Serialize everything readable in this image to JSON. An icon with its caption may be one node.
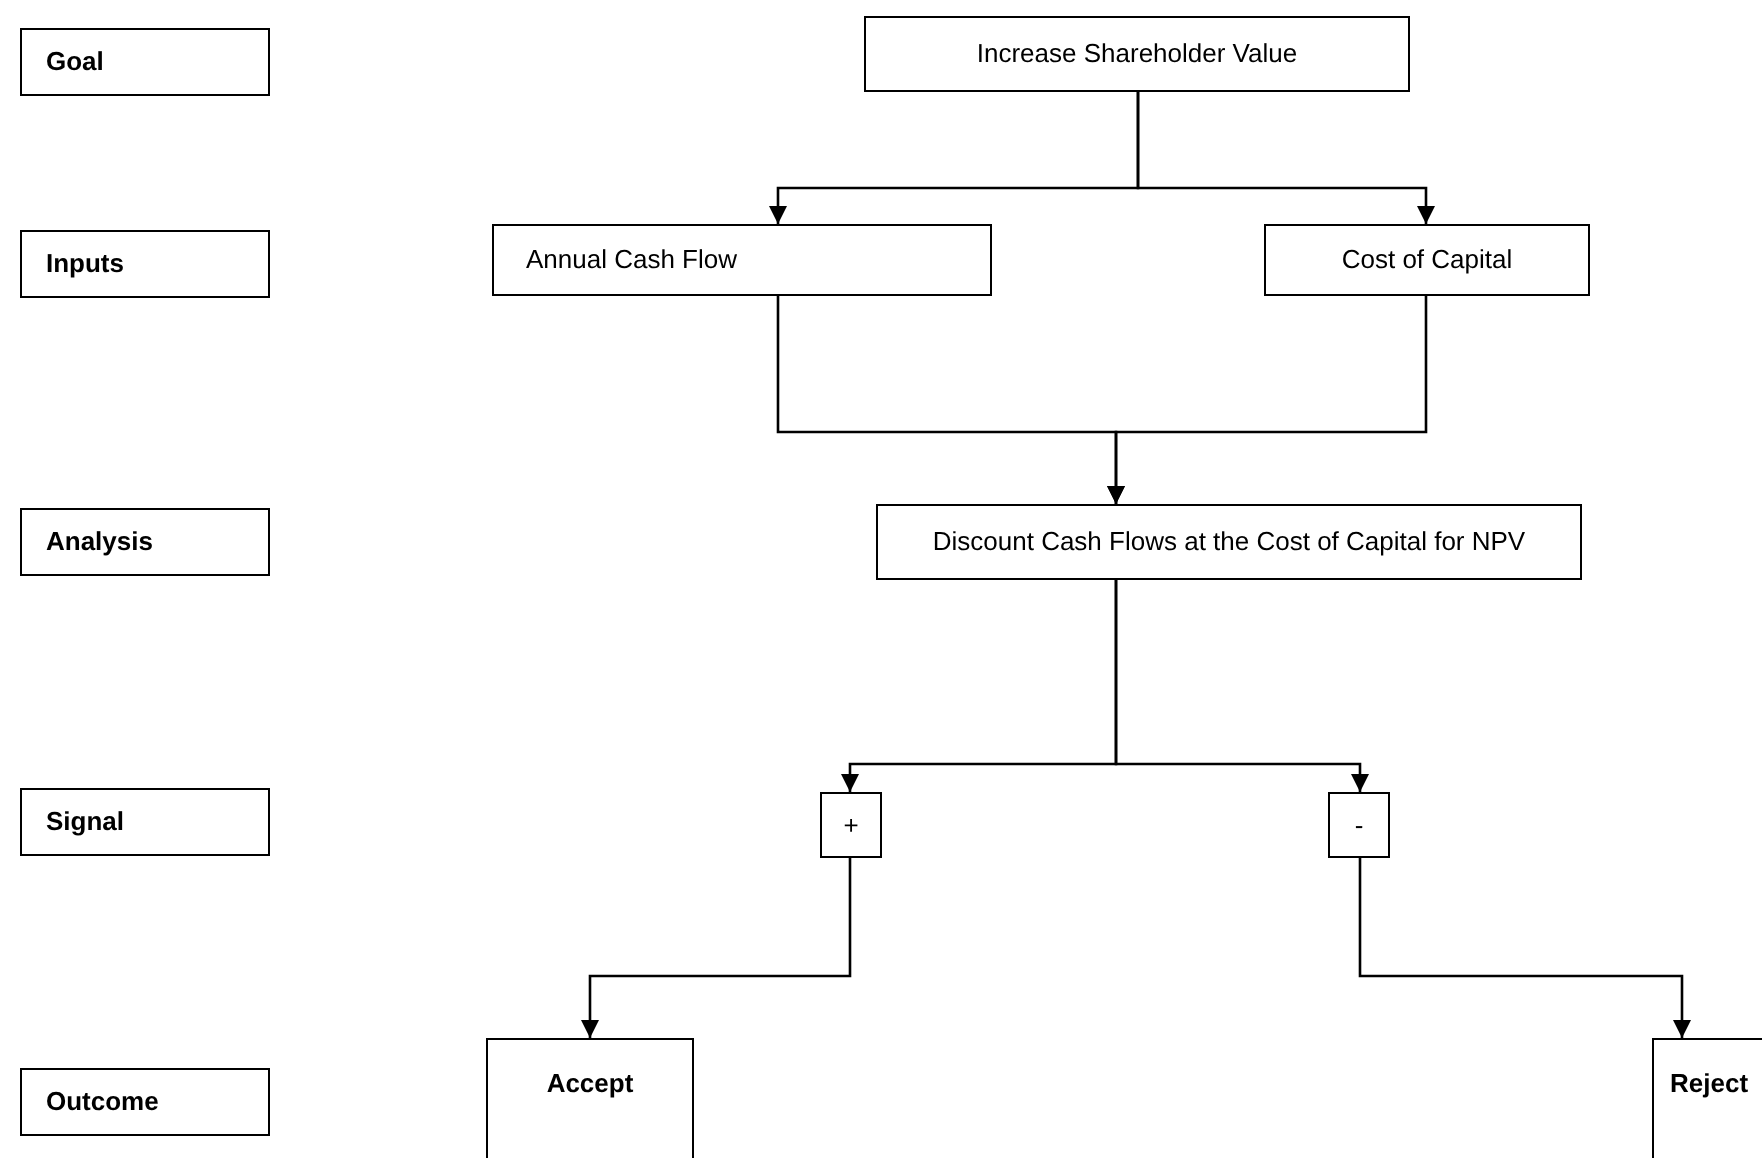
{
  "diagram": {
    "nodes": [
      {
        "text": [
          "Goal"
        ]
      },
      {
        "text": [
          "Inputs"
        ]
      },
      {
        "text": [
          "Analysis"
        ]
      },
      {
        "text": [
          "Signal"
        ]
      },
      {
        "text": [
          "Outcome"
        ]
      },
      {
        "text": [
          "Increase Shareholder Value"
        ]
      },
      {
        "text": [
          "Annual Cash Flow"
        ]
      },
      {
        "text": [
          "Cost of Capital"
        ]
      },
      {
        "text": [
          "Discount Cash Flows at the Cost of Capital for NPV"
        ]
      },
      {
        "text": [
          "+"
        ]
      },
      {
        "text": [
          "-"
        ]
      },
      {
        "text": [
          "Accept"
        ]
      },
      {
        "text": [
          "Reject"
        ]
      }
    ],
    "edges": [
      {
        "from": 5,
        "to": 6,
        "arrow": "to"
      },
      {
        "from": 5,
        "to": 7,
        "arrow": "to"
      },
      {
        "from": 6,
        "to": 8,
        "arrow": "to"
      },
      {
        "from": 7,
        "to": 8,
        "arrow": "to"
      },
      {
        "from": 8,
        "to": 9,
        "arrow": "to"
      },
      {
        "from": 8,
        "to": 10,
        "arrow": "to"
      },
      {
        "from": 9,
        "to": 11,
        "arrow": "to"
      },
      {
        "from": 10,
        "to": 12,
        "arrow": "to"
      }
    ]
  }
}
